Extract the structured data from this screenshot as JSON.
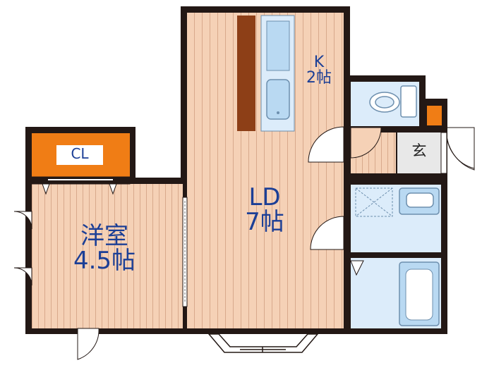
{
  "rooms": {
    "kitchen": {
      "name": "K",
      "size": "2帖"
    },
    "living_dining": {
      "name": "LD",
      "size": "7帖"
    },
    "western_room": {
      "name": "洋室",
      "size": "4.5帖"
    },
    "closet": {
      "name": "CL"
    },
    "entrance": {
      "name": "玄"
    }
  },
  "colors": {
    "wall": "#231815",
    "floor_wood": "#f5d1b6",
    "floor_wood_line": "#d8a98c",
    "wet_area": "#dcecfa",
    "fixture": "#b9d9f2",
    "closet_orange": "#f07d15",
    "counter_brown": "#8d3f17",
    "label_blue": "#1c3f96",
    "entrance_floor": "#e8e8e8",
    "sheet": "#ffffff"
  }
}
